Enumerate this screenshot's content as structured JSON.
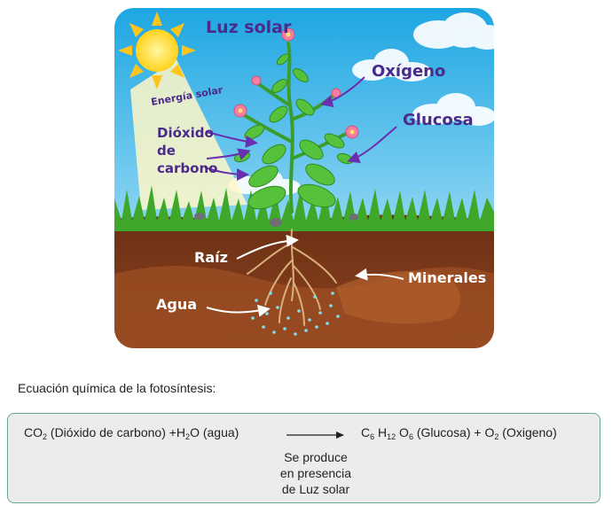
{
  "illustration": {
    "labels": {
      "sunlight": "Luz solar",
      "solar_energy": "Energía solar",
      "co2_line1": "Dióxido",
      "co2_line2": "de",
      "co2_line3": "carbono",
      "oxygen": "Oxígeno",
      "glucose": "Glucosa",
      "root": "Raíz",
      "minerals": "Minerales",
      "water": "Agua"
    },
    "colors": {
      "sky": "#3fb7e8",
      "soil_dark": "#7a3a1a",
      "soil_light": "#a4562a",
      "label_purple": "#4a2a8a",
      "arrow_purple": "#6a2fb0"
    }
  },
  "caption": "Ecuación química de la fotosíntesis:",
  "equation": {
    "left": {
      "co2": "CO",
      "co2_sub": "2",
      "co2_name": " (Dióxido de carbono) +H",
      "h2o_sub": "2",
      "h2o_rest": "O (agua)"
    },
    "right": {
      "c": "C",
      "c_sub": "6",
      "h": " H",
      "h_sub": "12",
      "o": " O",
      "o_sub": "6",
      "glucose": " (Glucosa) + O",
      "o2_sub": "2",
      "oxygen": " (Oxigeno)"
    },
    "condition_lines": [
      "Se produce",
      "en presencia",
      "de Luz solar"
    ]
  }
}
